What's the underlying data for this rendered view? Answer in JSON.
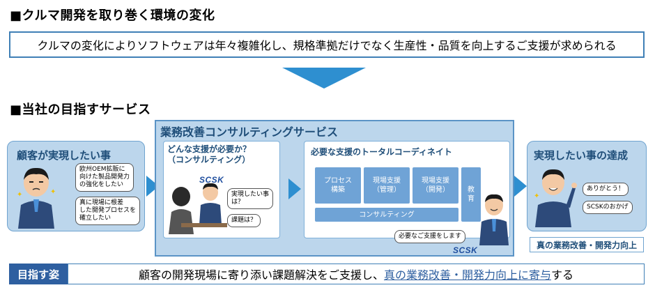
{
  "section1": {
    "title": "■クルマ開発を取り巻く環境の変化"
  },
  "banner": {
    "text": "クルマの変化によりソフトウェアは年々複雑化し、規格準拠だけでなく生産性・品質を向上するご支援が求められる"
  },
  "section2": {
    "title": "■当社の目指すサービス"
  },
  "customer_panel": {
    "title": "顧客が実現したい事",
    "bubble1": "欧州OEM拡販に\n向けた製品開発力\nの強化をしたい",
    "bubble2": "真に現場に根差\nした開発プロセスを\n確立したい"
  },
  "service": {
    "title": "業務改善コンサルティングサービス",
    "left_box": {
      "title": "どんな支援が必要か？\n（コンサルティング）",
      "logo": "SCSK",
      "bubble1": "実現したい事\nは？",
      "bubble2": "課題は？"
    },
    "right_box": {
      "title": "必要な支援のトータルコーディネイト",
      "chip_process": "プロセス\n構築",
      "chip_field_mgmt": "現場支援\n（管理）",
      "chip_field_dev": "現場支援\n（開発）",
      "chip_education": "教\n育",
      "chip_consulting": "コンサルティング",
      "bubble": "必要なご支援をします",
      "logo": "SCSK"
    }
  },
  "achieve_panel": {
    "title": "実現したい事の達成",
    "bubble1": "ありがとう！",
    "bubble2": "SCSKのおかげ",
    "footer": "真の業務改善・開発力向上"
  },
  "goal": {
    "label": "目指す姿",
    "text_before": "顧客の開発現場に寄り添い課題解決をご支援し、",
    "text_emphasis": "真の業務改善・開発力向上に寄与",
    "text_after": "する"
  },
  "colors": {
    "accent": "#3f7fb6",
    "panel": "#bcd6ec",
    "dark_blue": "#2e5fa0",
    "chip": "#6fa3d6",
    "arrow": "#2e8fd0"
  }
}
